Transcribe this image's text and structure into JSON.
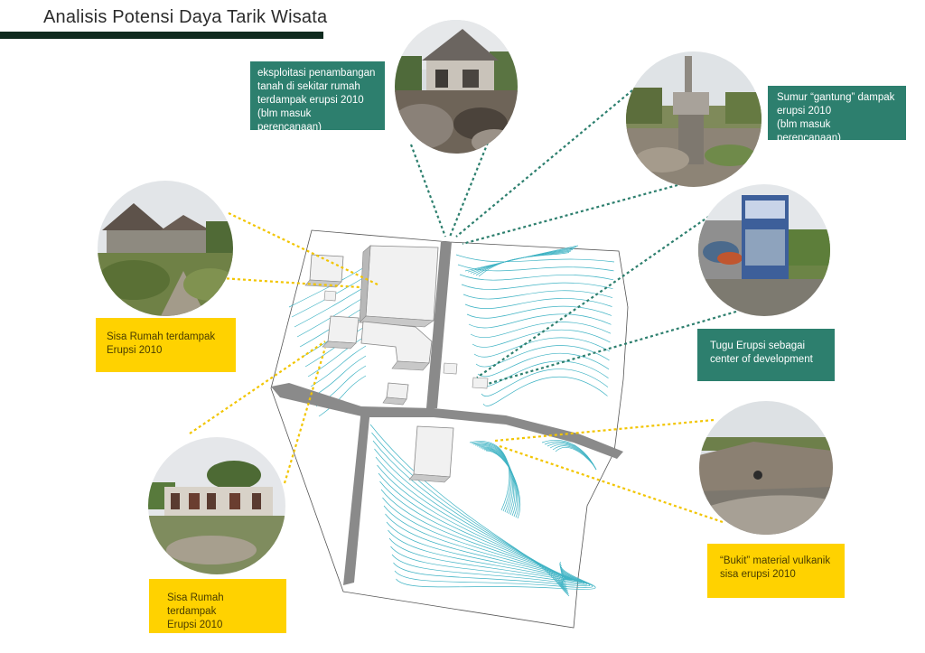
{
  "title": "Analisis Potensi Daya Tarik Wisata",
  "colors": {
    "title_bar": "#0f2a1e",
    "teal_label": "#2d7f6e",
    "yellow_label": "#ffd200",
    "contour": "#3fb3c4",
    "road": "#8c8c8c",
    "teal_leader": "#2d7f6e",
    "yellow_leader": "#f2c500"
  },
  "labels": {
    "excavation": "eksploitasi penambangan\ntanah di sekitar rumah\nterdampak erupsi 2010\n(blm masuk perencanaan)",
    "well": "Sumur “gantung” dampak\nerupsi 2010\n(blm masuk perencanaan)",
    "monument": "Tugu Erupsi sebagai\ncenter of development",
    "house_north": "Sisa Rumah terdampak\nErupsi 2010",
    "house_south": "Sisa Rumah terdampak\nErupsi 2010",
    "hill": "“Bukit” material vulkanik\nsisa erupsi 2010"
  },
  "photos": [
    {
      "id": "photo-excavated-house",
      "subject": "damaged house above excavated soil"
    },
    {
      "id": "photo-hanging-well",
      "subject": "concrete well column"
    },
    {
      "id": "photo-monument-billboard",
      "subject": "eruption monument billboard"
    },
    {
      "id": "photo-damaged-house-north",
      "subject": "overgrown damaged house"
    },
    {
      "id": "photo-damaged-house-south",
      "subject": "long damaged building"
    },
    {
      "id": "photo-volcanic-hill",
      "subject": "volcanic material hill and road"
    }
  ]
}
